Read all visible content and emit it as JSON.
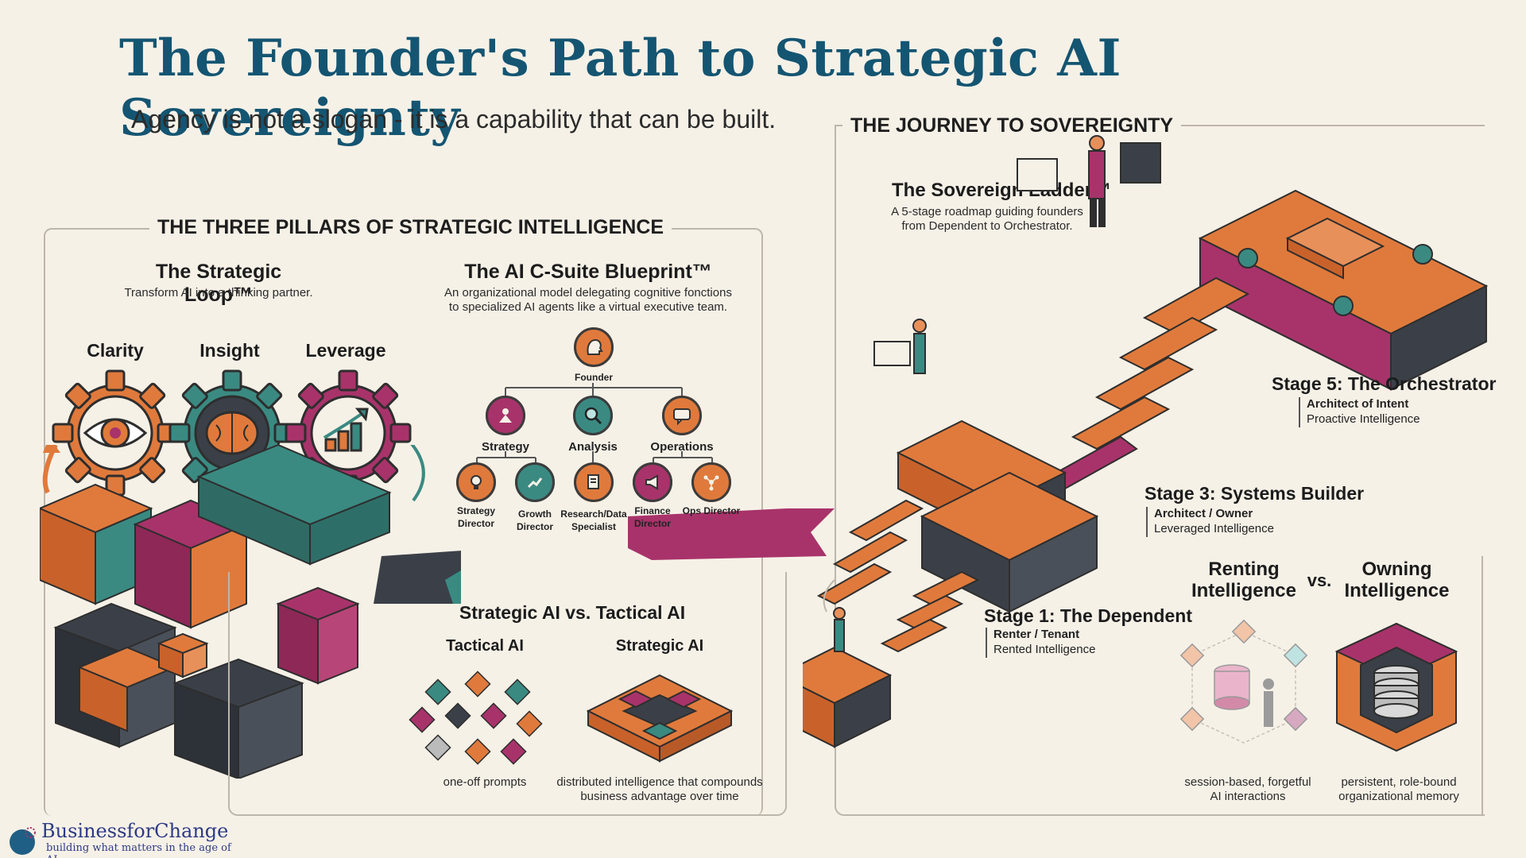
{
  "header": {
    "title": "The Founder's Path to Strategic AI Sovereignty",
    "subtitle": "Agency is not a slogan - it is a capability that can be built."
  },
  "pillars": {
    "heading": "THE THREE PILLARS OF STRATEGIC INTELLIGENCE",
    "loop": {
      "title": "The Strategic Loop™",
      "desc": "Transform AI into a thinking partner.",
      "items": [
        "Clarity",
        "Insight",
        "Leverage"
      ]
    },
    "csuite": {
      "title": "The AI C-Suite Blueprint™",
      "desc_line1": "An organizational model delegating cognitive fonctions",
      "desc_line2": "to specialized AI agents like a virtual executive team.",
      "root": "Founder",
      "branches": [
        "Strategy",
        "Analysis",
        "Operations"
      ],
      "leaves": [
        {
          "l1": "Strategy",
          "l2": "Director"
        },
        {
          "l1": "Growth",
          "l2": "Director"
        },
        {
          "l1": "Research/Data",
          "l2": "Specialist"
        },
        {
          "l1": "Finance",
          "l2": "Director"
        },
        {
          "l1": "Ops Director",
          "l2": ""
        }
      ]
    },
    "versus": {
      "title": "Strategic AI vs. Tactical AI",
      "tactical_label": "Tactical AI",
      "strategic_label": "Strategic AI",
      "tactical_desc": "one-off prompts",
      "strategic_desc_line1": "distributed intelligence that compounds",
      "strategic_desc_line2": "business advantage over time"
    }
  },
  "journey": {
    "heading": "THE JOURNEY TO SOVEREIGNTY",
    "ladder_title": "The Sovereign Ladder™",
    "ladder_desc_line1": "A 5-stage roadmap guiding founders",
    "ladder_desc_line2": "from Dependent to Orchestrator.",
    "stages": [
      {
        "title": "Stage 5: The Orchestrator",
        "role": "Architect of Intent",
        "mode": "Proactive Intelligence"
      },
      {
        "title": "Stage 3: Systems Builder",
        "role": "Architect / Owner",
        "mode": "Leveraged Intelligence"
      },
      {
        "title": "Stage 1: The Dependent",
        "role": "Renter / Tenant",
        "mode": "Rented Intelligence"
      }
    ],
    "renting": {
      "line1": "Renting",
      "line2": "Intelligence",
      "desc1": "session-based, forgetful",
      "desc2": "AI interactions"
    },
    "vs": "vs.",
    "owning": {
      "line1": "Owning",
      "line2": "Intelligence",
      "desc1": "persistent, role-bound",
      "desc2": "organizational memory"
    }
  },
  "brand": {
    "name": "BusinessforChange",
    "tagline": "building what matters in the age of AI"
  },
  "colors": {
    "orange": "#e07a3c",
    "teal": "#3a8a82",
    "magenta": "#a8336a",
    "dark": "#3b4048",
    "title_blue": "#145572"
  }
}
